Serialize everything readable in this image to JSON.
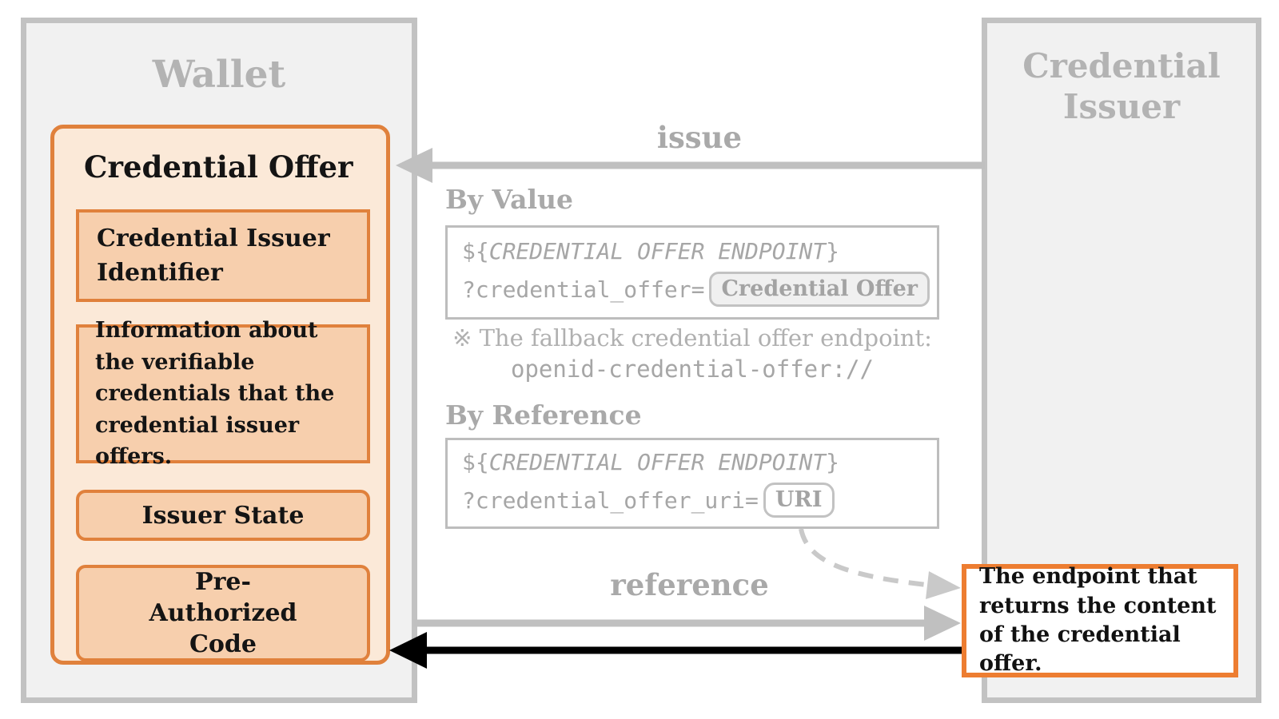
{
  "wallet": {
    "title": "Wallet",
    "credential_offer": {
      "title": "Credential Offer",
      "items": [
        {
          "label": "Credential Issuer Identifier"
        },
        {
          "label": "Information about the verifiable credentials that the credential issuer offers."
        },
        {
          "label": "Issuer State"
        },
        {
          "label": "Pre-Authorized Code"
        }
      ]
    }
  },
  "issuer": {
    "title": "Credential Issuer"
  },
  "flows": {
    "issue_label": "issue",
    "reference_label": "reference"
  },
  "by_value": {
    "heading": "By Value",
    "code_line1_prefix": "${",
    "code_line1_var": "CREDENTIAL OFFER ENDPOINT",
    "code_line1_suffix": "}",
    "code_line2": "?credential_offer=",
    "pill_label": "Credential Offer"
  },
  "fallback_note": {
    "line1": "※ The fallback credential offer endpoint:",
    "line2": "openid-credential-offer://"
  },
  "by_reference": {
    "heading": "By Reference",
    "code_line1_prefix": "${",
    "code_line1_var": "CREDENTIAL OFFER ENDPOINT",
    "code_line1_suffix": "}",
    "code_line2": "?credential_offer_uri=",
    "pill_label": "URI"
  },
  "endpoint_note": {
    "text": "The endpoint that returns the content of the credential offer."
  },
  "colors": {
    "orange_border": "#E0813C",
    "orange_note_border": "#ED7D31",
    "peach_light": "#FBE9D8",
    "peach": "#F7CFAD",
    "gray_box_fill": "#F1F1F1",
    "gray_box_border": "#C2C2C2",
    "gray_text": "#A9A9A9",
    "arrow_gray": "#C0C0C0",
    "arrow_black": "#000000"
  }
}
